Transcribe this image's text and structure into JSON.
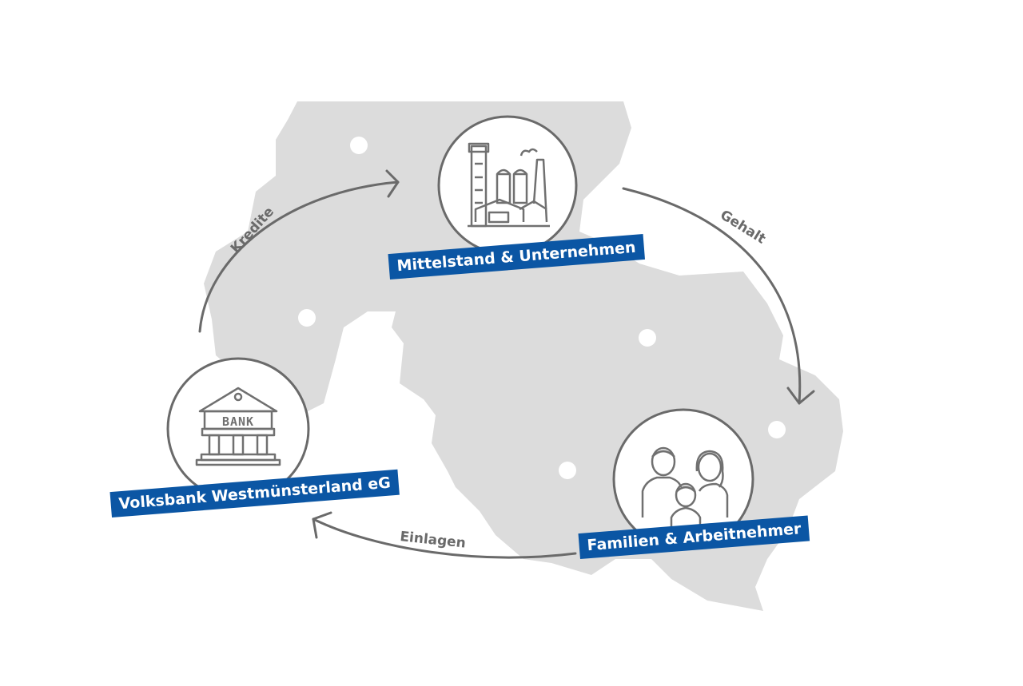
{
  "nodes": {
    "business": {
      "label": "Mittelstand & Unternehmen",
      "icon": "factory-icon"
    },
    "families": {
      "label": "Familien & Arbeitnehmer",
      "icon": "family-icon"
    },
    "bank": {
      "label": "Volksbank Westmünsterland eG",
      "icon": "bank-building-icon",
      "sign": "BANK"
    }
  },
  "flows": {
    "kredite": "Kredite",
    "gehalt": "Gehalt",
    "einlagen": "Einlagen"
  },
  "colors": {
    "brand_blue": "#0b56a4",
    "map_gray": "#dcdcdc",
    "line_gray": "#6a6a6a"
  }
}
